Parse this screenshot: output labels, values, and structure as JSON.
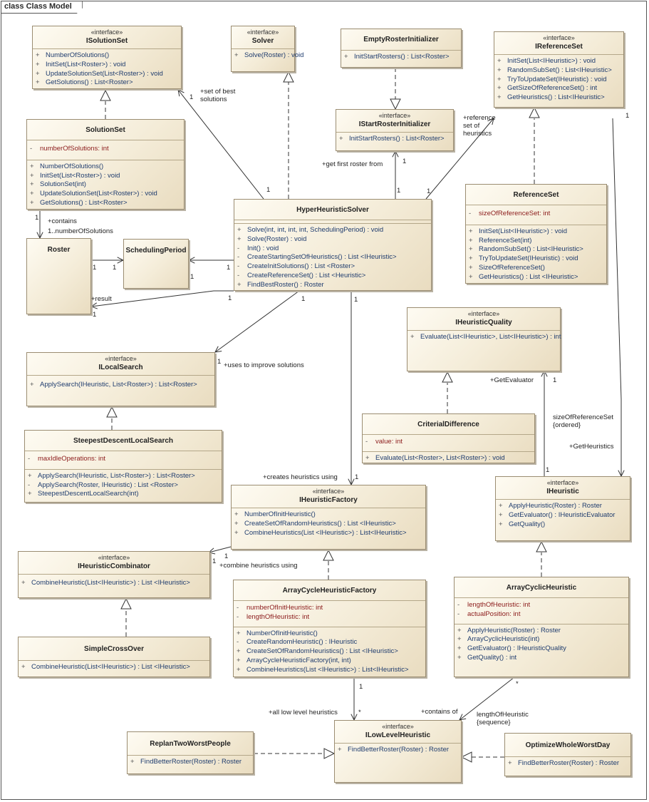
{
  "frame_title": "class Class Model",
  "classes": {
    "isolutionset": {
      "stereotype": "«interface»",
      "name": "ISolutionSet",
      "attrs": [],
      "ops": [
        {
          "v": "+",
          "t": "NumberOfSolutions()"
        },
        {
          "v": "+",
          "t": "InitSet(List<Roster>) : void"
        },
        {
          "v": "+",
          "t": "UpdateSolutionSet(List<Roster>) : void"
        },
        {
          "v": "+",
          "t": "GetSolutions() : List<Roster>"
        }
      ]
    },
    "solver": {
      "stereotype": "«interface»",
      "name": "Solver",
      "attrs": [],
      "ops": [
        {
          "v": "+",
          "t": "Solve(Roster) : void"
        }
      ]
    },
    "emptyrosterinitializer": {
      "stereotype": "",
      "name": "EmptyRosterInitializer",
      "attrs": [],
      "ops": [
        {
          "v": "+",
          "t": "InitStartRosters() : List<Roster>"
        }
      ]
    },
    "ireferenceset": {
      "stereotype": "«interface»",
      "name": "IReferenceSet",
      "attrs": [],
      "ops": [
        {
          "v": "+",
          "t": "InitSet(List<IHeuristic>) : void"
        },
        {
          "v": "+",
          "t": "RandomSubSet() : List<IHeuristic>"
        },
        {
          "v": "+",
          "t": "TryToUpdateSet(IHeuristic) : void"
        },
        {
          "v": "+",
          "t": "GetSizeOfReferenceSet() : int"
        },
        {
          "v": "+",
          "t": "GetHeuristics() : List<IHeuristic>"
        }
      ]
    },
    "istartrosterinitializer": {
      "stereotype": "«interface»",
      "name": "IStartRosterInitializer",
      "attrs": [],
      "ops": [
        {
          "v": "+",
          "t": "InitStartRosters() : List<Roster>"
        }
      ]
    },
    "solutionset": {
      "stereotype": "",
      "name": "SolutionSet",
      "attrs": [
        {
          "v": "-",
          "t": "numberOfSolutions:  int"
        }
      ],
      "ops": [
        {
          "v": "+",
          "t": "NumberOfSolutions()"
        },
        {
          "v": "+",
          "t": "InitSet(List<Roster>) : void"
        },
        {
          "v": "+",
          "t": "SolutionSet(int)"
        },
        {
          "v": "+",
          "t": "UpdateSolutionSet(List<Roster>) : void"
        },
        {
          "v": "+",
          "t": "GetSolutions() : List<Roster>"
        }
      ]
    },
    "referenceset": {
      "stereotype": "",
      "name": "ReferenceSet",
      "attrs": [
        {
          "v": "-",
          "t": "sizeOfReferenceSet:  int"
        }
      ],
      "ops": [
        {
          "v": "+",
          "t": "InitSet(List<IHeuristic>) : void"
        },
        {
          "v": "+",
          "t": "ReferenceSet(int)"
        },
        {
          "v": "+",
          "t": "RandomSubSet() : List<IHeuristic>"
        },
        {
          "v": "+",
          "t": "TryToUpdateSet(IHeuristic) : void"
        },
        {
          "v": "+",
          "t": "SizeOfReferenceSet()"
        },
        {
          "v": "+",
          "t": "GetHeuristics() : List <IHeuristic>"
        }
      ]
    },
    "hyperheuristicsolver": {
      "stereotype": "",
      "name": "HyperHeuristicSolver",
      "attrs": [],
      "ops": [
        {
          "v": "+",
          "t": "Solve(int, int, int, int, SchedulingPeriod) : void"
        },
        {
          "v": "+",
          "t": "Solve(Roster) : void"
        },
        {
          "v": "-",
          "t": "Init() : void"
        },
        {
          "v": "-",
          "t": "CreateStartingSetOfHeuristics() : List <IHeuristic>"
        },
        {
          "v": "-",
          "t": "CreateInitSolutions() : List <Roster>"
        },
        {
          "v": "-",
          "t": "CreateReferenceSet() : List <Heuristic>"
        },
        {
          "v": "+",
          "t": "FindBestRoster() : Roster"
        }
      ]
    },
    "roster": {
      "stereotype": "",
      "name": "Roster",
      "attrs": [],
      "ops": []
    },
    "schedulingperiod": {
      "stereotype": "",
      "name": "SchedulingPeriod",
      "attrs": [],
      "ops": []
    },
    "iheuristicquality": {
      "stereotype": "«interface»",
      "name": "IHeuristicQuality",
      "attrs": [],
      "ops": [
        {
          "v": "+",
          "t": "Evaluate(List<IHeuristic>, List<IHeuristic>) : int"
        }
      ]
    },
    "ilocalsearch": {
      "stereotype": "«interface»",
      "name": "ILocalSearch",
      "attrs": [],
      "ops": [
        {
          "v": "+",
          "t": "ApplySearch(IHeuristic, List<Roster>) : List<Roster>"
        }
      ]
    },
    "criterialdifference": {
      "stereotype": "",
      "name": "CriterialDifference",
      "attrs": [
        {
          "v": "-",
          "t": "value:  int"
        }
      ],
      "ops": [
        {
          "v": "+",
          "t": "Evaluate(List<Roster>, List<Roster>) : void"
        }
      ]
    },
    "steepestdescentlocalsearch": {
      "stereotype": "",
      "name": "SteepestDescentLocalSearch",
      "attrs": [
        {
          "v": "-",
          "t": "maxIdleOperations:  int"
        }
      ],
      "ops": [
        {
          "v": "+",
          "t": "ApplySearch(IHeuristic, List<Roster>) : List<Roster>"
        },
        {
          "v": "-",
          "t": "ApplySearch(Roster, IHeuristic) : List <Roster>"
        },
        {
          "v": "+",
          "t": "SteepestDescentLocalSearch(int)"
        }
      ]
    },
    "iheuristicfactory": {
      "stereotype": "«interface»",
      "name": "IHeuristicFactory",
      "attrs": [],
      "ops": [
        {
          "v": "+",
          "t": "NumberOfInitHeuristic()"
        },
        {
          "v": "+",
          "t": "CreateSetOfRandomHeuristics() : List <IHeuristic>"
        },
        {
          "v": "+",
          "t": "CombineHeuristics(List <IHeuristic>) : List<IHeuristic>"
        }
      ]
    },
    "iheuristic": {
      "stereotype": "«interface»",
      "name": "IHeuristic",
      "attrs": [],
      "ops": [
        {
          "v": "+",
          "t": "ApplyHeuristic(Roster) : Roster"
        },
        {
          "v": "+",
          "t": "GetEvaluator() : IHeuristicEvaluator"
        },
        {
          "v": "+",
          "t": "GetQuality()"
        }
      ]
    },
    "iheuristiccombinator": {
      "stereotype": "«interface»",
      "name": "IHeuristicCombinator",
      "attrs": [],
      "ops": [
        {
          "v": "+",
          "t": "CombineHeuristic(List<IHeuristic>) : List <IHeuristic>"
        }
      ]
    },
    "arraycycleheuristicfactory": {
      "stereotype": "",
      "name": "ArrayCycleHeuristicFactory",
      "attrs": [
        {
          "v": "-",
          "t": "numberOfInitHeuristic:  int"
        },
        {
          "v": "-",
          "t": "lengthOfHeuristic:  int"
        }
      ],
      "ops": [
        {
          "v": "+",
          "t": "NumberOfInitHeuristic()"
        },
        {
          "v": "-",
          "t": "CreateRandomHeuristic() : IHeuristic"
        },
        {
          "v": "+",
          "t": "CreateSetOfRandomHeuristics() : List <IHeuristic>"
        },
        {
          "v": "+",
          "t": "ArrayCycleHeuristicFactory(int, int)"
        },
        {
          "v": "+",
          "t": "CombineHeuristics(List <IHeuristic>) : List<IHeuristic>"
        }
      ]
    },
    "arraycyclicheuristic": {
      "stereotype": "",
      "name": "ArrayCyclicHeuristic",
      "attrs": [
        {
          "v": "-",
          "t": "lengthOfHeuristic:  int"
        },
        {
          "v": "-",
          "t": "actualPosition:  int"
        }
      ],
      "ops": [
        {
          "v": "+",
          "t": "ApplyHeuristic(Roster) : Roster"
        },
        {
          "v": "+",
          "t": "ArrayCyclicHeuristic(int)"
        },
        {
          "v": "+",
          "t": "GetEvaluator() : IHeuristicQuality"
        },
        {
          "v": "+",
          "t": "GetQuality() : int"
        }
      ]
    },
    "simplecrossover": {
      "stereotype": "",
      "name": "SimpleCrossOver",
      "attrs": [],
      "ops": [
        {
          "v": "+",
          "t": "CombineHeuristic(List<IHeuristic>) : List <IHeuristic>"
        }
      ]
    },
    "replantwoworstpeople": {
      "stereotype": "",
      "name": "ReplanTwoWorstPeople",
      "attrs": [],
      "ops": [
        {
          "v": "+",
          "t": "FindBetterRoster(Roster) : Roster"
        }
      ]
    },
    "ilowlevelheuristic": {
      "stereotype": "«interface»",
      "name": "ILowLevelHeuristic",
      "attrs": [],
      "ops": [
        {
          "v": "+",
          "t": "FindBetterRoster(Roster) : Roster"
        }
      ]
    },
    "optimizewholeworstday": {
      "stereotype": "",
      "name": "OptimizeWholeWorstDay",
      "attrs": [],
      "ops": [
        {
          "v": "+",
          "t": "FindBetterRoster(Roster) : Roster"
        }
      ]
    }
  },
  "labels": {
    "set_of_best_1": "+set of best",
    "set_of_best_2": "solutions",
    "mult_isolset": "1",
    "mult_hh_isolset": "1",
    "ref_set_1": "+reference",
    "ref_set_2": "set of",
    "ref_set_3": "heuristics",
    "mult_hh_iref": "1",
    "mult_iref_right": "1",
    "get_first_roster": "+get first roster from",
    "mult_istart": "1",
    "mult_hh_istart": "1",
    "contains": "+contains",
    "mult_contains_src": "1",
    "mult_contains_tgt": "1..numberOfSolutions",
    "mult_roster_sp": "1",
    "mult_sp_left": "1",
    "mult_sp_hh": "1",
    "mult_hh_sp": "1",
    "result": "+result",
    "mult_hh_result": "1",
    "mult_roster_result": "1",
    "mult_hh_ls": "1",
    "uses_improve": "+uses to improve solutions",
    "mult_ls": "1",
    "mult_hh_fact": "1",
    "creates_using": "+creates heuristics using",
    "mult_fact_top": "1",
    "get_evaluator": "+GetEvaluator",
    "mult_iq": "1",
    "size_ref_1": "sizeOfReferenceSet",
    "size_ref_2": "{ordered}",
    "get_heuristics": "+GetHeuristics",
    "mult_ih_iq": "1",
    "mult_fact_comb": "1",
    "combine_using": "+combine heuristics using",
    "mult_comb": "1",
    "mult_acf_low": "1",
    "all_low_level": "+all low level heuristics",
    "mult_low_star": "*",
    "mult_ach_star": "*",
    "contains_of": "+contains of",
    "length_heur_1": "lengthOfHeuristic",
    "length_heur_2": "{sequence}"
  }
}
